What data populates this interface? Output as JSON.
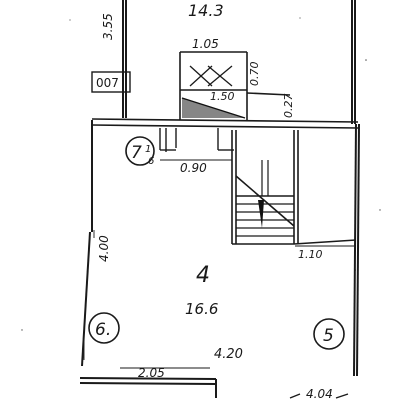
{
  "plan": {
    "rooms": [
      {
        "id": "room-top",
        "area": "14.3"
      },
      {
        "id": "room-main",
        "number": "4",
        "area": "16.6"
      }
    ],
    "dimensions": {
      "top_left_height": "3.55",
      "niche_width": "1.05",
      "niche_height": "0.70",
      "lower_small": "1.50",
      "small_height": "0.27",
      "door_width": "0.90",
      "stair_width": "1.10",
      "room_height": "4.00",
      "room_width": "4.20",
      "bottom_left": "2.05",
      "bottom_right": "4.04"
    },
    "inventory_box": "007",
    "markers": [
      {
        "id": "marker-7",
        "label": "7",
        "sub": "1",
        "suffix": "6"
      },
      {
        "id": "marker-6",
        "label": "6."
      },
      {
        "id": "marker-5",
        "label": "5"
      }
    ]
  }
}
